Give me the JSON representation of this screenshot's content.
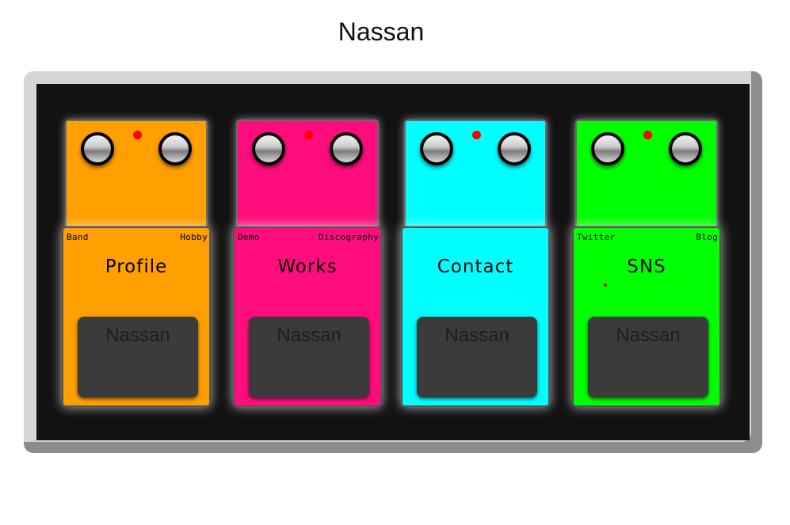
{
  "site": {
    "title": "Nassan"
  },
  "pedals": [
    {
      "name": "Profile",
      "left_label": "Band",
      "right_label": "Hobby",
      "switch_label": "Nassan",
      "color": "#ff9f00"
    },
    {
      "name": "Works",
      "left_label": "Demo",
      "right_label": "Discography",
      "switch_label": "Nassan",
      "color": "#ff0d7d"
    },
    {
      "name": "Contact",
      "left_label": "",
      "right_label": "",
      "switch_label": "Nassan",
      "color": "#00ffff"
    },
    {
      "name": "SNS",
      "left_label": "Twitter",
      "right_label": "Blog",
      "switch_label": "Nassan",
      "color": "#00ff00"
    }
  ],
  "colors": {
    "led": "#ff0000",
    "floor": "#121212",
    "frame": "#d6d6d6",
    "footswitch": "#3b3b3b"
  }
}
